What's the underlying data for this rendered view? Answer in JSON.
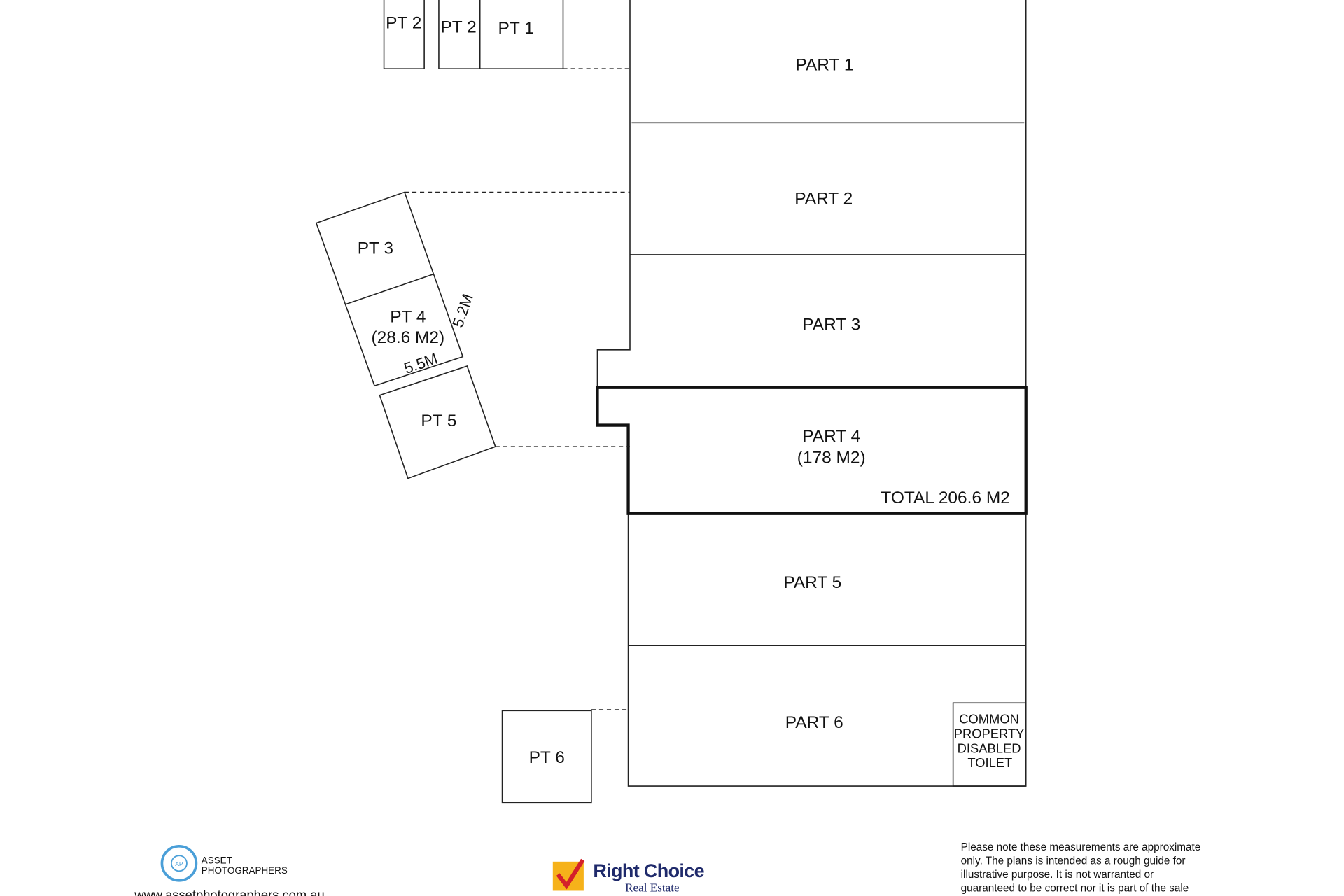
{
  "plan": {
    "parts": [
      {
        "label": "PART 1"
      },
      {
        "label": "PART 2"
      },
      {
        "label": "PART 3"
      },
      {
        "label": "PART 4",
        "area": "(178 M2)",
        "total": "TOTAL 206.6 M2"
      },
      {
        "label": "PART 5"
      },
      {
        "label": "PART 6"
      }
    ],
    "common_property": [
      "COMMON",
      "PROPERTY",
      "DISABLED",
      "TOILET"
    ],
    "parking": {
      "pt2a": "PT 2",
      "pt2b": "PT 2",
      "pt1": "PT 1",
      "pt3": "PT 3",
      "pt4": "PT 4",
      "pt4_area": "(28.6 M2)",
      "pt4_width": "5.5M",
      "pt4_depth": "5.2M",
      "pt5": "PT 5",
      "pt6": "PT 6"
    }
  },
  "footer": {
    "photographer_logo": {
      "initials": "AP",
      "line1": "ASSET",
      "line2": "PHOTOGRAPHERS",
      "color": "#4a9fd8"
    },
    "photographer_url": "www.assetphotographers.com.au",
    "agency_logo": {
      "name": "Right Choice",
      "sub": "Real Estate",
      "name_color": "#1f2a6b",
      "check_bg": "#f6b21a",
      "check_color": "#d4202a"
    },
    "disclaimer": [
      "Please note these measurements are approximate",
      "only. The plans is intended as a rough guide for",
      "illustrative purpose. It is not warranted or",
      "guaranteed to be correct nor it is part of the sale"
    ]
  }
}
